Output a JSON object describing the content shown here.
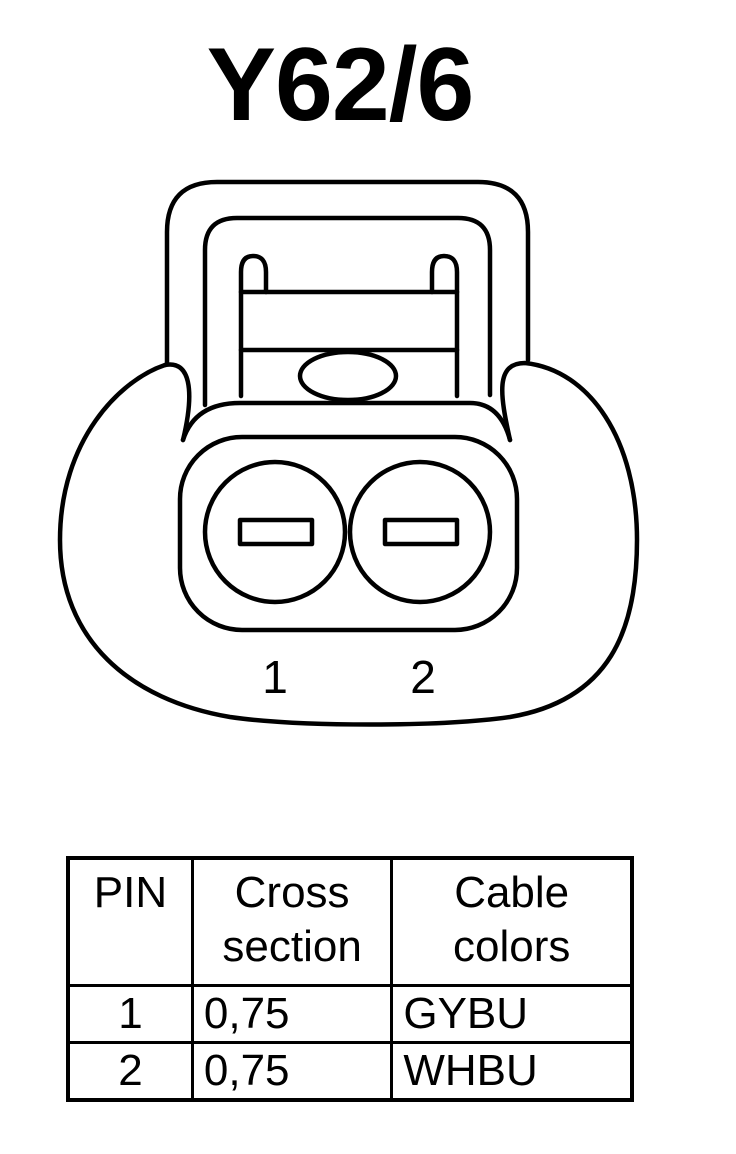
{
  "title": "Y62/6",
  "pin_labels": [
    "1",
    "2"
  ],
  "table": {
    "headers": {
      "pin": [
        "PIN"
      ],
      "cross_section": [
        "Cross",
        "section"
      ],
      "cable_colors": [
        "Cable",
        "colors"
      ]
    },
    "rows": [
      {
        "pin": "1",
        "cross_section": "0,75",
        "cable_color": "GYBU"
      },
      {
        "pin": "2",
        "cross_section": "0,75",
        "cable_color": "WHBU"
      }
    ]
  }
}
